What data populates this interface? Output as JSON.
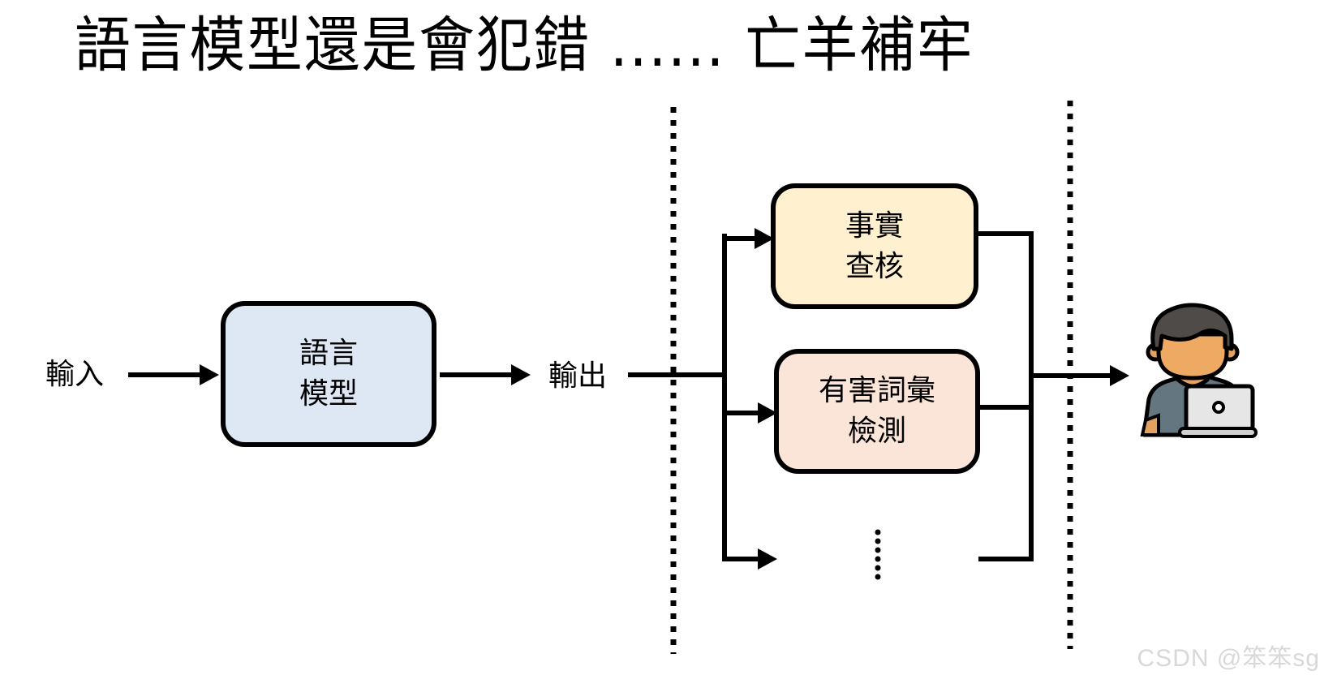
{
  "title": "語言模型還是會犯錯 ...... 亡羊補牢",
  "nodes": {
    "input": "輸入",
    "model": {
      "line1": "語言",
      "line2": "模型",
      "fill": "#dde8f4"
    },
    "output": "輸出",
    "fact_check": {
      "line1": "事實",
      "line2": "查核",
      "fill": "#fff1cf"
    },
    "toxic_detect": {
      "line1": "有害詞彙",
      "line2": "檢測",
      "fill": "#fbe5d8"
    },
    "more": "⋮"
  },
  "user_icon": "user-with-laptop-icon",
  "watermark": "CSDN @笨笨sg"
}
